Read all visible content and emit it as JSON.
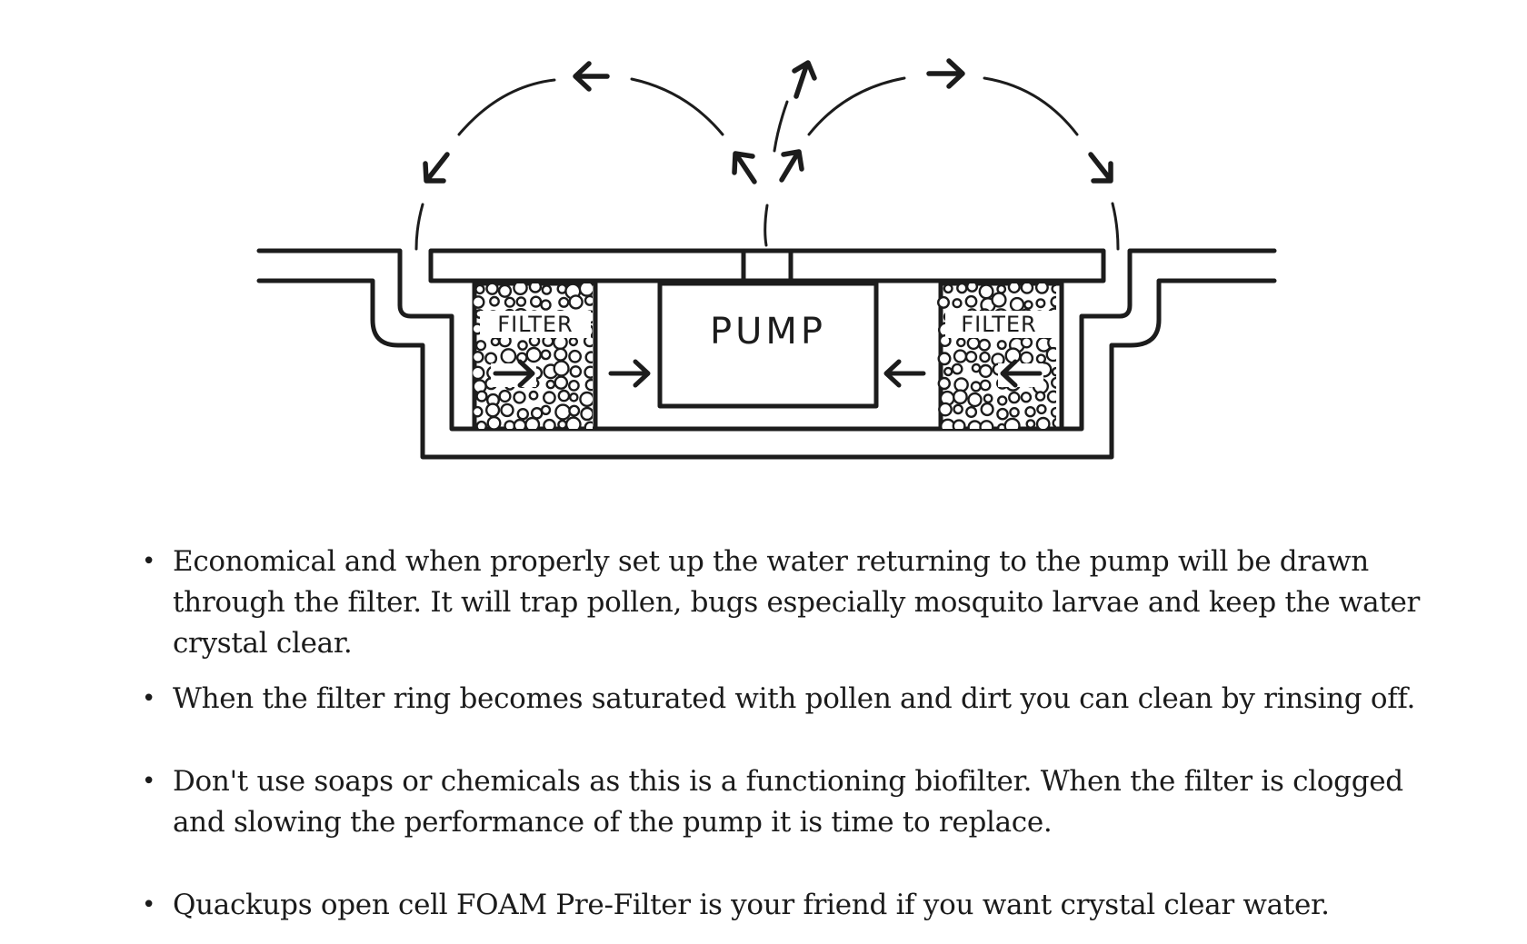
{
  "diagram": {
    "filter_left_label": "FILTER",
    "filter_right_label": "FILTER",
    "pump_label": "PUMP"
  },
  "bullets": [
    "Economical and when properly set up the water returning to the pump will be drawn through the filter. It will trap pollen, bugs especially mosquito larvae and keep the water crystal clear.",
    "When the filter ring becomes saturated with pollen and dirt you can clean by rinsing off.",
    "Don't use soaps or chemicals as this is a functioning biofilter. When the filter is clogged and slowing the performance of the pump it is time to replace.",
    "Quackups open cell FOAM Pre-Filter is your friend if you want crystal clear water."
  ]
}
